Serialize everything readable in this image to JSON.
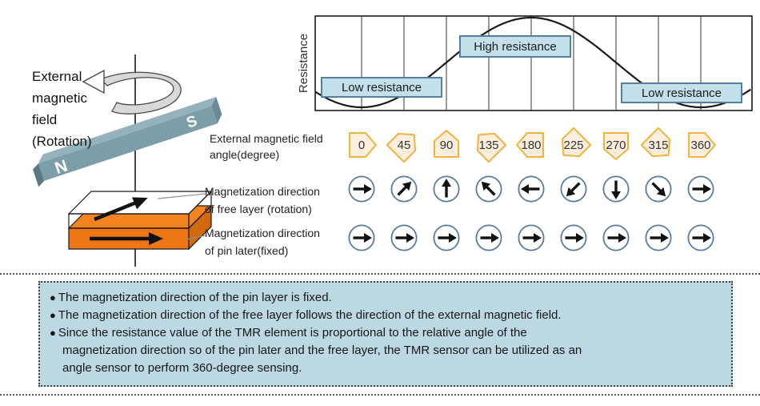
{
  "left_diagram": {
    "caption_lines": [
      "External",
      "magnetic",
      "field",
      "(Rotation)"
    ],
    "magnet_n": "N",
    "magnet_s": "S"
  },
  "chart_data": {
    "type": "line",
    "title": "",
    "ylabel": "Resistance",
    "xlabel": "External magnetic field angle(degree)",
    "x_ticks_degrees": [
      0,
      45,
      90,
      135,
      180,
      225,
      270,
      315,
      360
    ],
    "x_range_degrees": [
      -49,
      414
    ],
    "grid": true,
    "series": [
      {
        "name": "TMR element resistance vs external field angle",
        "model": "resistance = mid - amplitude * cos(angle)",
        "x_degrees": [
          0,
          45,
          90,
          135,
          180,
          225,
          270,
          315,
          360
        ],
        "y_normalized": [
          0,
          0.15,
          0.5,
          0.85,
          1,
          0.85,
          0.5,
          0.15,
          0
        ]
      }
    ],
    "annotations": [
      {
        "text": "Low resistance",
        "angle_deg": 30
      },
      {
        "text": "High resistance",
        "angle_deg": 180
      },
      {
        "text": "Low resistance",
        "angle_deg": 330
      }
    ]
  },
  "rows": {
    "angle_label_lines": [
      "External magnetic field",
      "angle(degree)"
    ],
    "angles": [
      0,
      45,
      90,
      135,
      180,
      225,
      270,
      315,
      360
    ],
    "free_label_lines": [
      "Magnetization direction",
      "of free layer (rotation)"
    ],
    "free_directions_deg": [
      0,
      45,
      90,
      135,
      180,
      225,
      270,
      315,
      360
    ],
    "pin_label_lines": [
      "Magnetization direction",
      "of pin later(fixed)"
    ],
    "pin_directions_deg": [
      0,
      0,
      0,
      0,
      0,
      0,
      0,
      0,
      0
    ]
  },
  "notes": {
    "bullet_char": "●",
    "bullets": [
      {
        "lines": [
          "The magnetization direction of the pin layer is fixed."
        ]
      },
      {
        "lines": [
          "The magnetization direction of the free layer follows the direction of the external magnetic field."
        ]
      },
      {
        "lines": [
          "Since the resistance value of the TMR  element is proportional to the relative angle of the",
          "magnetization direction so of the pin later and the free layer, the TMR  sensor can be utilized as an",
          "angle sensor to perform 360-degree sensing."
        ]
      }
    ]
  },
  "colors": {
    "annotation_box_fill": "#c3e0ea",
    "annotation_box_border": "#55809b",
    "notes_box_fill": "#bcd9e3",
    "tag_fill": "#fbeedd",
    "tag_border": "#f0b43e",
    "circle_border": "#5a7d9e",
    "arrow": "#111111",
    "magnet_body": "#7c9ea9",
    "free_layer_white": "#ffffff",
    "pin_layer_orange": "#ee7514",
    "curve": "#1a1a1a"
  }
}
